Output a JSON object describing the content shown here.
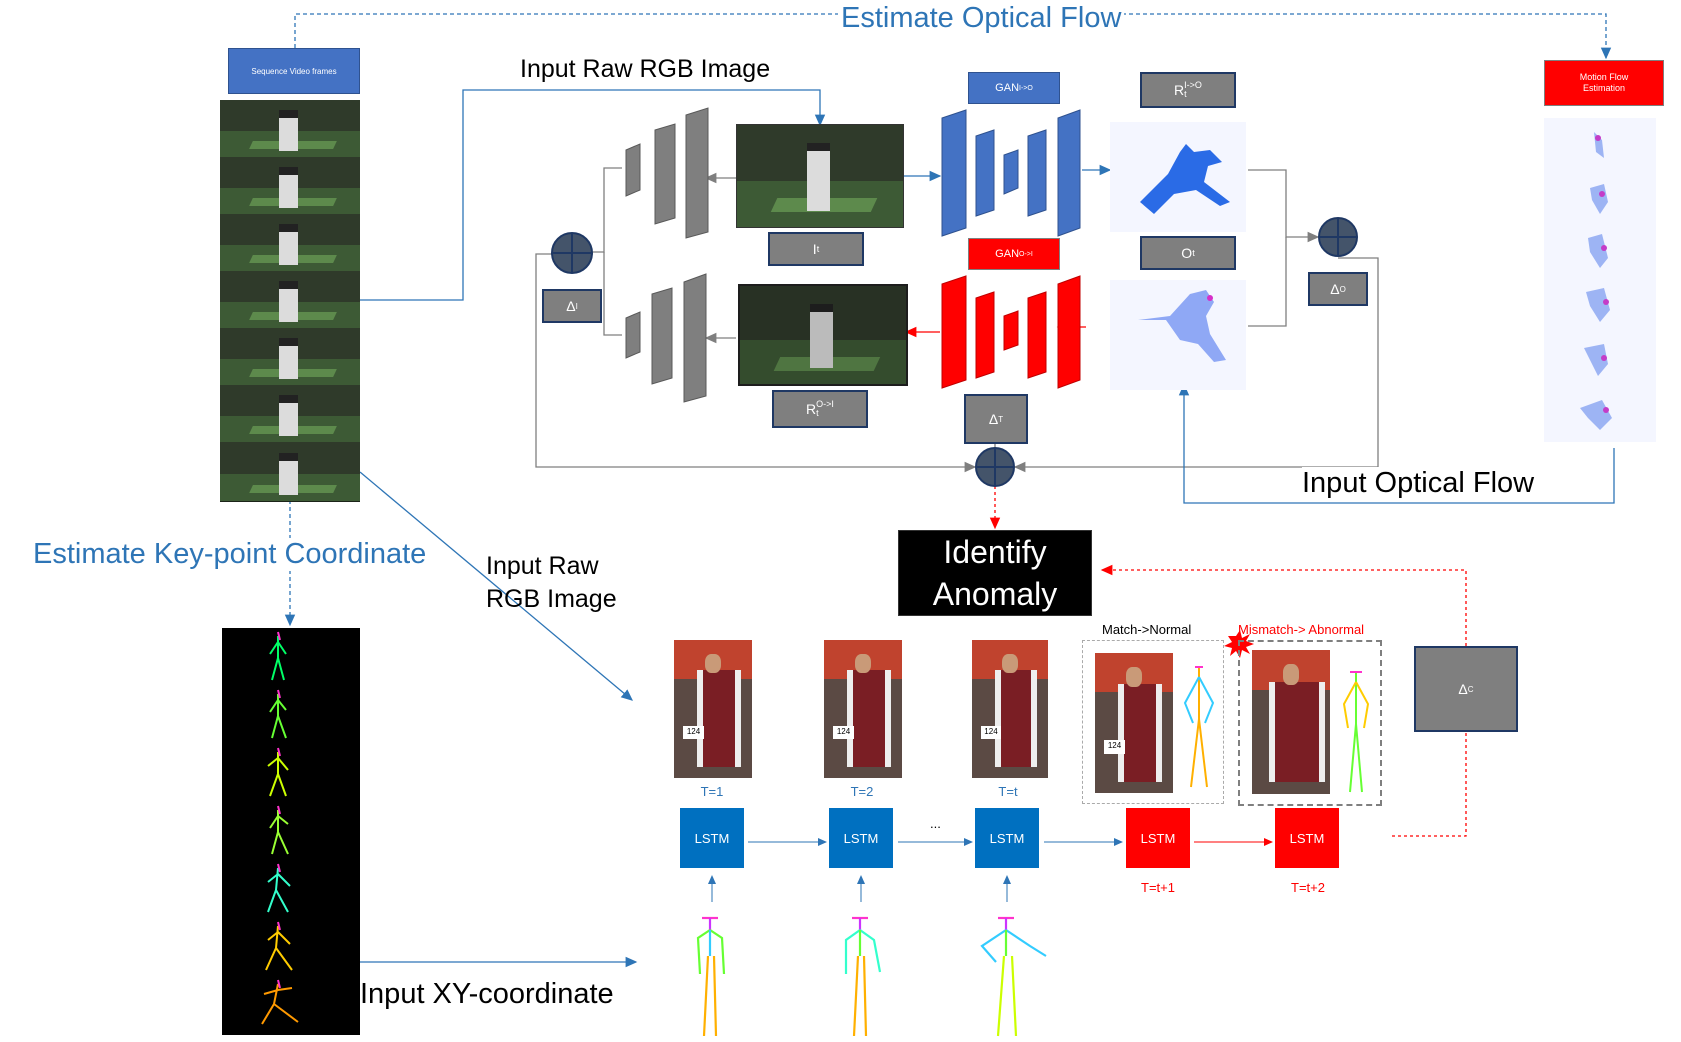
{
  "titles": {
    "optical_flow": "Estimate Optical Flow",
    "keypoint": "Estimate Key-point Coordinate"
  },
  "labels": {
    "input_raw_rgb_top": "Input Raw RGB Image",
    "input_raw_rgb_mid_line1": "Input Raw",
    "input_raw_rgb_mid_line2": "RGB Image",
    "input_optical_flow": "Input Optical Flow",
    "input_xy": "Input XY-coordinate",
    "identify_line1": "Identify",
    "identify_line2": "Anomaly",
    "match_normal": "Match->Normal",
    "mismatch_abnormal": "Mismatch-> Abnormal",
    "ellipsis": "..."
  },
  "boxes": {
    "sequence_frames": "Sequence Video frames",
    "motion_flow_line1": "Motion Flow",
    "motion_flow_line2": "Estimation",
    "gan_io_main": "GAN",
    "gan_io_sub": "I->O",
    "gan_oi_main": "GAN",
    "gan_oi_sub": "O->I",
    "rt_io_main": "R",
    "rt_io_sub": "t",
    "rt_io_sup": "I->O",
    "rt_oi_main": "R",
    "rt_oi_sub": "t",
    "rt_oi_sup": "O->I",
    "it_main": "I",
    "it_sub": "t",
    "ot_main": "O",
    "ot_sub": "t",
    "delta_i_main": "Δ",
    "delta_i_sub": "I",
    "delta_o_main": "Δ",
    "delta_o_sub": "O",
    "delta_t_main": "Δ",
    "delta_t_sub": "T",
    "delta_c_main": "Δ",
    "delta_c_sub": "C"
  },
  "lstm": {
    "label": "LSTM",
    "steps": [
      "T=1",
      "T=2",
      "T=t",
      "T=t+1",
      "T=t+2"
    ]
  },
  "photo_tag": "124",
  "colors": {
    "blue_title": "#2e75b6",
    "lstm_blue": "#0070c0",
    "lstm_red": "#ff0000",
    "gan_blue": "#4472c4",
    "gan_red": "#ff0000",
    "gray_box": "#7f7f7f"
  }
}
